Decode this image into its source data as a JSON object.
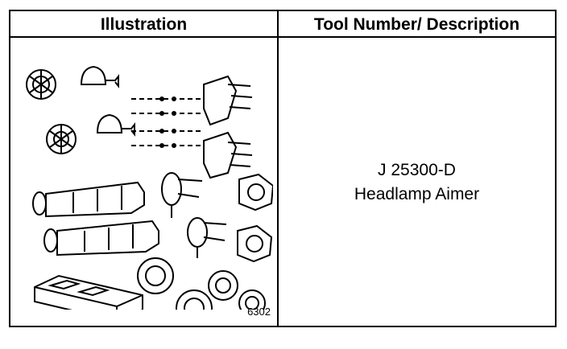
{
  "table": {
    "header_illustration": "Illustration",
    "header_tool": "Tool Number/ Description",
    "figure_number": "6302",
    "tool_number": "J 25300-D",
    "tool_description": "Headlamp Aimer"
  },
  "illustration": {
    "components": [
      "headlamp-adapter-cups",
      "calibration-fixtures",
      "aimer-units",
      "aimer-brackets",
      "adapter-rings",
      "storage-case"
    ]
  }
}
